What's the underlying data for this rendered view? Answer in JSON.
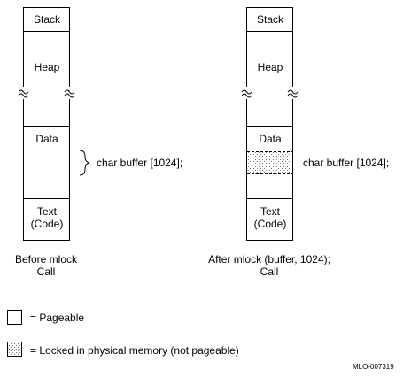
{
  "colors": {
    "ink": "#000000",
    "background": "#ffffff",
    "stipple": "#777777"
  },
  "before": {
    "segments": {
      "stack": "Stack",
      "heap": "Heap",
      "data": "Data",
      "text_line1": "Text",
      "text_line2": "(Code)"
    },
    "annotation": "char buffer [1024];",
    "caption_line1": "Before mlock",
    "caption_line2": "Call"
  },
  "after": {
    "segments": {
      "stack": "Stack",
      "heap": "Heap",
      "data": "Data",
      "text_line1": "Text",
      "text_line2": "(Code)"
    },
    "annotation": "char buffer [1024];",
    "caption_line1": "After mlock (buffer, 1024);",
    "caption_line2": "Call"
  },
  "legend": {
    "pageable": "= Pageable",
    "locked": "= Locked in physical memory (not pageable)"
  },
  "figure_id": "MLO-007319"
}
